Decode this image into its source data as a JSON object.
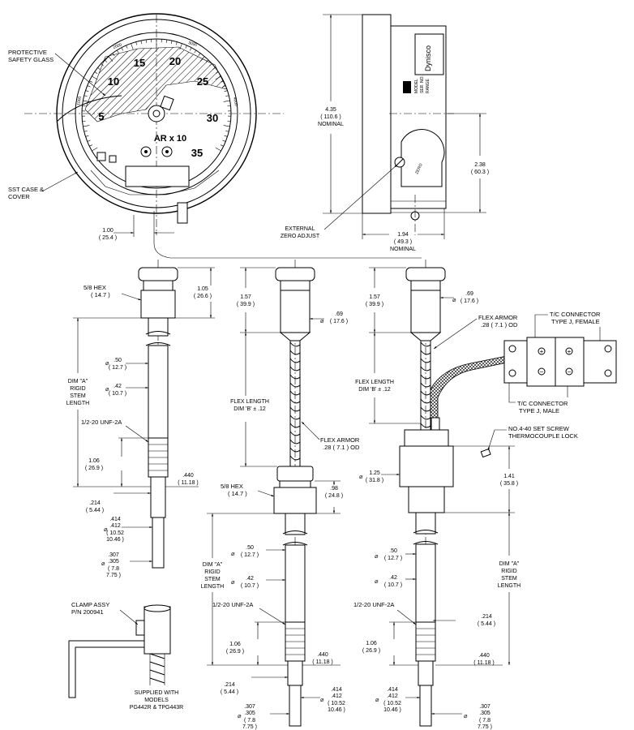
{
  "labels": {
    "protective_glass": [
      "PROTECTIVE",
      "SAFETY GLASS"
    ],
    "sst_case": [
      "SST CASE &",
      "COVER"
    ],
    "external_zero": [
      "EXTERNAL",
      "ZERO ADJUST"
    ],
    "hex_left": [
      "5/8 HEX",
      "( 14.7 )"
    ],
    "hex_mid": [
      "5/8 HEX",
      "( 14.7 )"
    ],
    "dim_a_left": [
      "DIM \"A\"",
      "RIGID",
      "STEM",
      "LENGTH"
    ],
    "dim_a_mid": [
      "DIM \"A\"",
      "RIGID",
      "STEM",
      "LENGTH"
    ],
    "dim_a_right": [
      "DIM \"A\"",
      "RIGID",
      "STEM",
      "LENGTH"
    ],
    "unf_left": "1/2-20 UNF-2A",
    "unf_mid": "1/2-20 UNF-2A",
    "unf_right": "1/2-20 UNF-2A",
    "flex_mid": [
      "FLEX LENGTH",
      "DIM 'B' ± .12"
    ],
    "flex_right": [
      "FLEX LENGTH",
      "DIM 'B' ± .12"
    ],
    "armor_mid": [
      "FLEX ARMOR",
      ".28 ( 7.1 ) OD"
    ],
    "armor_right": [
      "FLEX ARMOR",
      ".28 ( 7.1 ) OD"
    ],
    "tc_female": [
      "T/C CONNECTOR",
      "TYPE J, FEMALE"
    ],
    "tc_male": [
      "T/C CONNECTOR",
      "TYPE J, MALE"
    ],
    "set_screw": [
      "NO.4-40 SET SCREW",
      "THERMOCOUPLE LOCK"
    ],
    "clamp": [
      "CLAMP ASSY",
      "P/N 200941"
    ],
    "supplied": [
      "SUPPLIED WITH",
      "MODELS",
      "PG442R & TPG443R"
    ]
  },
  "dims": {
    "w435": [
      "4.35",
      "( 110.6 )",
      "NOMINAL"
    ],
    "w238": [
      "2.38",
      "( 60.3 )"
    ],
    "w194": [
      "1.94",
      "( 49.3 )",
      "NOMINAL"
    ],
    "w100": [
      "1.00",
      "( 25.4 )"
    ],
    "w105": [
      "1.05",
      "( 26.6 )"
    ],
    "w157a": [
      "1.57",
      "( 39.9 )"
    ],
    "w157b": [
      "1.57",
      "( 39.9 )"
    ],
    "d69a": [
      ".69",
      "( 17.6 )"
    ],
    "d69b": [
      ".69",
      "( 17.6 )"
    ],
    "d50a": [
      ".50",
      "( 12.7 )"
    ],
    "d42a": [
      ".42",
      "( 10.7 )"
    ],
    "d50b": [
      ".50",
      "( 12.7 )"
    ],
    "d42b": [
      ".42",
      "( 10.7 )"
    ],
    "d50c": [
      ".50",
      "( 12.7 )"
    ],
    "d42c": [
      ".42",
      "( 10.7 )"
    ],
    "w106a": [
      "1.06",
      "( 26.9 )"
    ],
    "w106b": [
      "1.06",
      "( 26.9 )"
    ],
    "w106c": [
      "1.06",
      "( 26.9 )"
    ],
    "w440a": [
      ".440",
      "( 11.18 )"
    ],
    "w440b": [
      ".440",
      "( 11.18 )"
    ],
    "w440c": [
      ".440",
      "( 11.18 )"
    ],
    "w214a": [
      ".214",
      "( 5.44 )"
    ],
    "w214b": [
      ".214",
      "( 5.44 )"
    ],
    "w214c": [
      ".214",
      "( 5.44 )"
    ],
    "d414a": [
      ".414",
      ".412",
      "( 10.52",
      "10.46 )"
    ],
    "d414b": [
      ".414",
      ".412",
      "( 10.52",
      "10.46 )"
    ],
    "d414c": [
      ".414",
      ".412",
      "( 10.52",
      "10.46 )"
    ],
    "d307a": [
      ".307",
      ".305",
      "( 7.8",
      "7.75 )"
    ],
    "d307b": [
      ".307",
      ".305",
      "( 7.8",
      "7.75 )"
    ],
    "d307c": [
      ".307",
      ".305",
      "( 7.8",
      "7.75 )"
    ],
    "w98": [
      ".98",
      "( 24.8 )"
    ],
    "d125": [
      "1.25",
      "( 31.8 )"
    ],
    "w141": [
      "1.41",
      "( 35.8 )"
    ]
  },
  "gauge": {
    "numbers": [
      "5",
      "10",
      "15",
      "20",
      "25",
      "30",
      "35"
    ],
    "range_label": "AR x 10",
    "arc_top": [
      "3000",
      "2000"
    ],
    "arc_left": "1000",
    "arc_right": "4000",
    "brand": "Dynisco",
    "plate_text": [
      "MODEL",
      "SER. NO.",
      "RANGE"
    ],
    "zero_text": "ZERO"
  },
  "colors": {
    "line": "#000000",
    "background": "#ffffff"
  }
}
